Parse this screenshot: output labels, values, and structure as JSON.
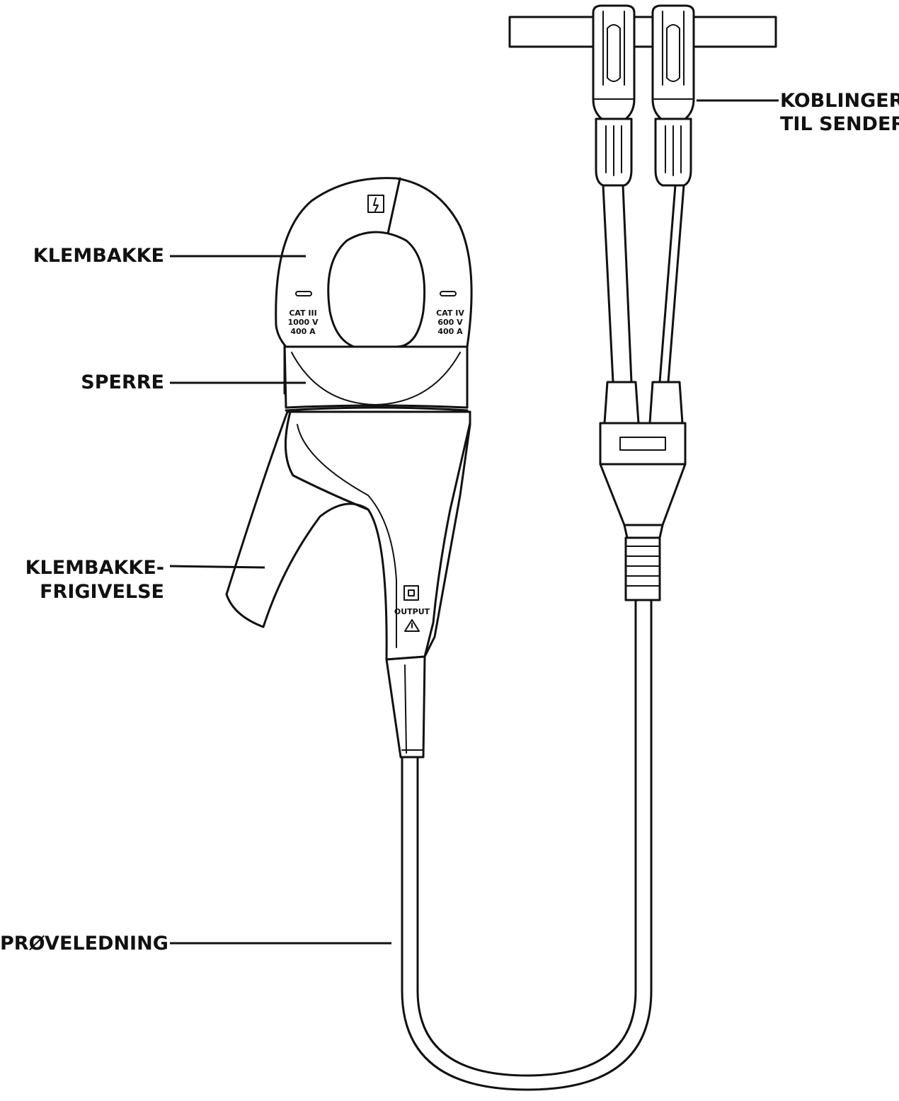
{
  "labels": {
    "klembakke": "KLEMBAKKE",
    "sperre": "SPERRE",
    "frigivelse_line1": "KLEMBAKKE-",
    "frigivelse_line2": "FRIGIVELSE",
    "proveledning": "PRØVELEDNING",
    "koblinger_line1": "KOBLINGER",
    "koblinger_line2": "TIL SENDER"
  },
  "device_markings": {
    "left_cat": "CAT III",
    "left_volt": "1000 V",
    "left_amp": "400 A",
    "right_cat": "CAT IV",
    "right_volt": "600 V",
    "right_amp": "400 A",
    "output": "OUTPUT"
  }
}
